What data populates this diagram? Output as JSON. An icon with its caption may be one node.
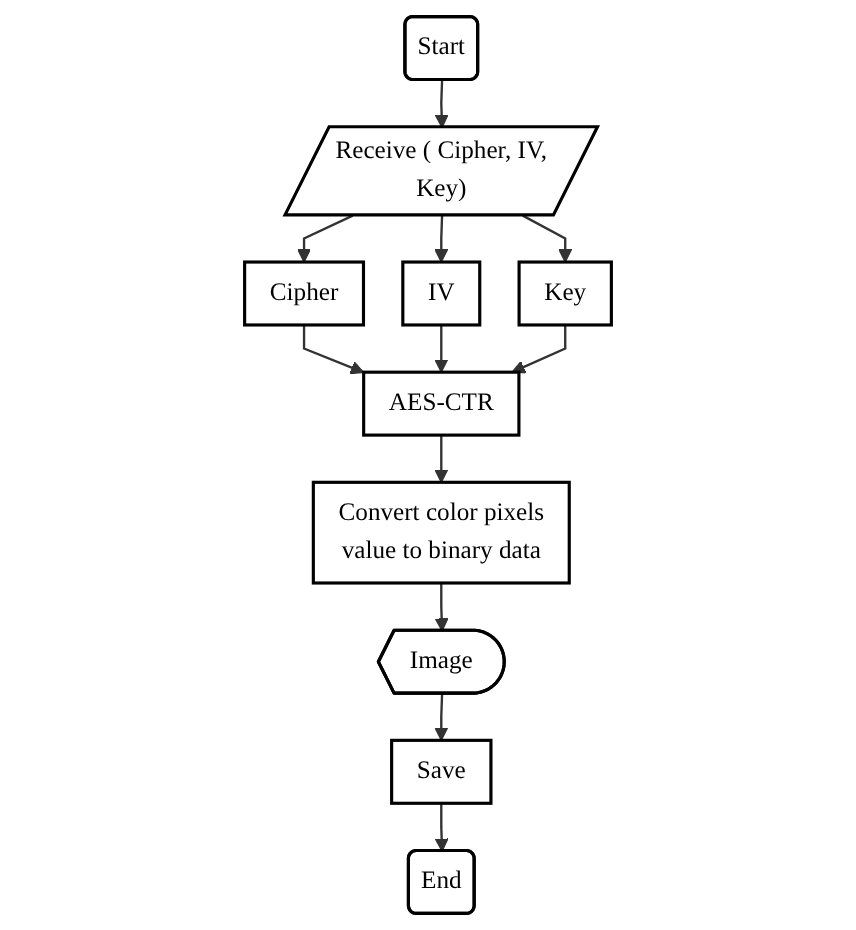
{
  "diagram": {
    "nodes": [
      {
        "text": [
          "Start"
        ]
      },
      {
        "text": [
          "Receive ( Cipher, IV, Key)"
        ]
      },
      {
        "text": [
          "Cipher"
        ]
      },
      {
        "text": [
          "IV"
        ]
      },
      {
        "text": [
          "Key"
        ]
      },
      {
        "text": [
          "AES-CTR"
        ]
      },
      {
        "text": [
          "Convert color pixels value to binary data"
        ]
      },
      {
        "text": [
          "Image"
        ]
      },
      {
        "text": [
          "Save"
        ]
      },
      {
        "text": [
          "End"
        ]
      }
    ],
    "edges": [
      {
        "from": 0,
        "to": 1,
        "arrow": "to"
      },
      {
        "from": 1,
        "to": 2,
        "arrow": "to"
      },
      {
        "from": 1,
        "to": 3,
        "arrow": "to"
      },
      {
        "from": 1,
        "to": 4,
        "arrow": "to"
      },
      {
        "from": 2,
        "to": 5,
        "arrow": "to"
      },
      {
        "from": 3,
        "to": 5,
        "arrow": "to"
      },
      {
        "from": 4,
        "to": 5,
        "arrow": "to"
      },
      {
        "from": 5,
        "to": 6,
        "arrow": "to"
      },
      {
        "from": 6,
        "to": 7,
        "arrow": "to"
      },
      {
        "from": 7,
        "to": 8,
        "arrow": "to"
      },
      {
        "from": 8,
        "to": 9,
        "arrow": "to"
      }
    ]
  }
}
